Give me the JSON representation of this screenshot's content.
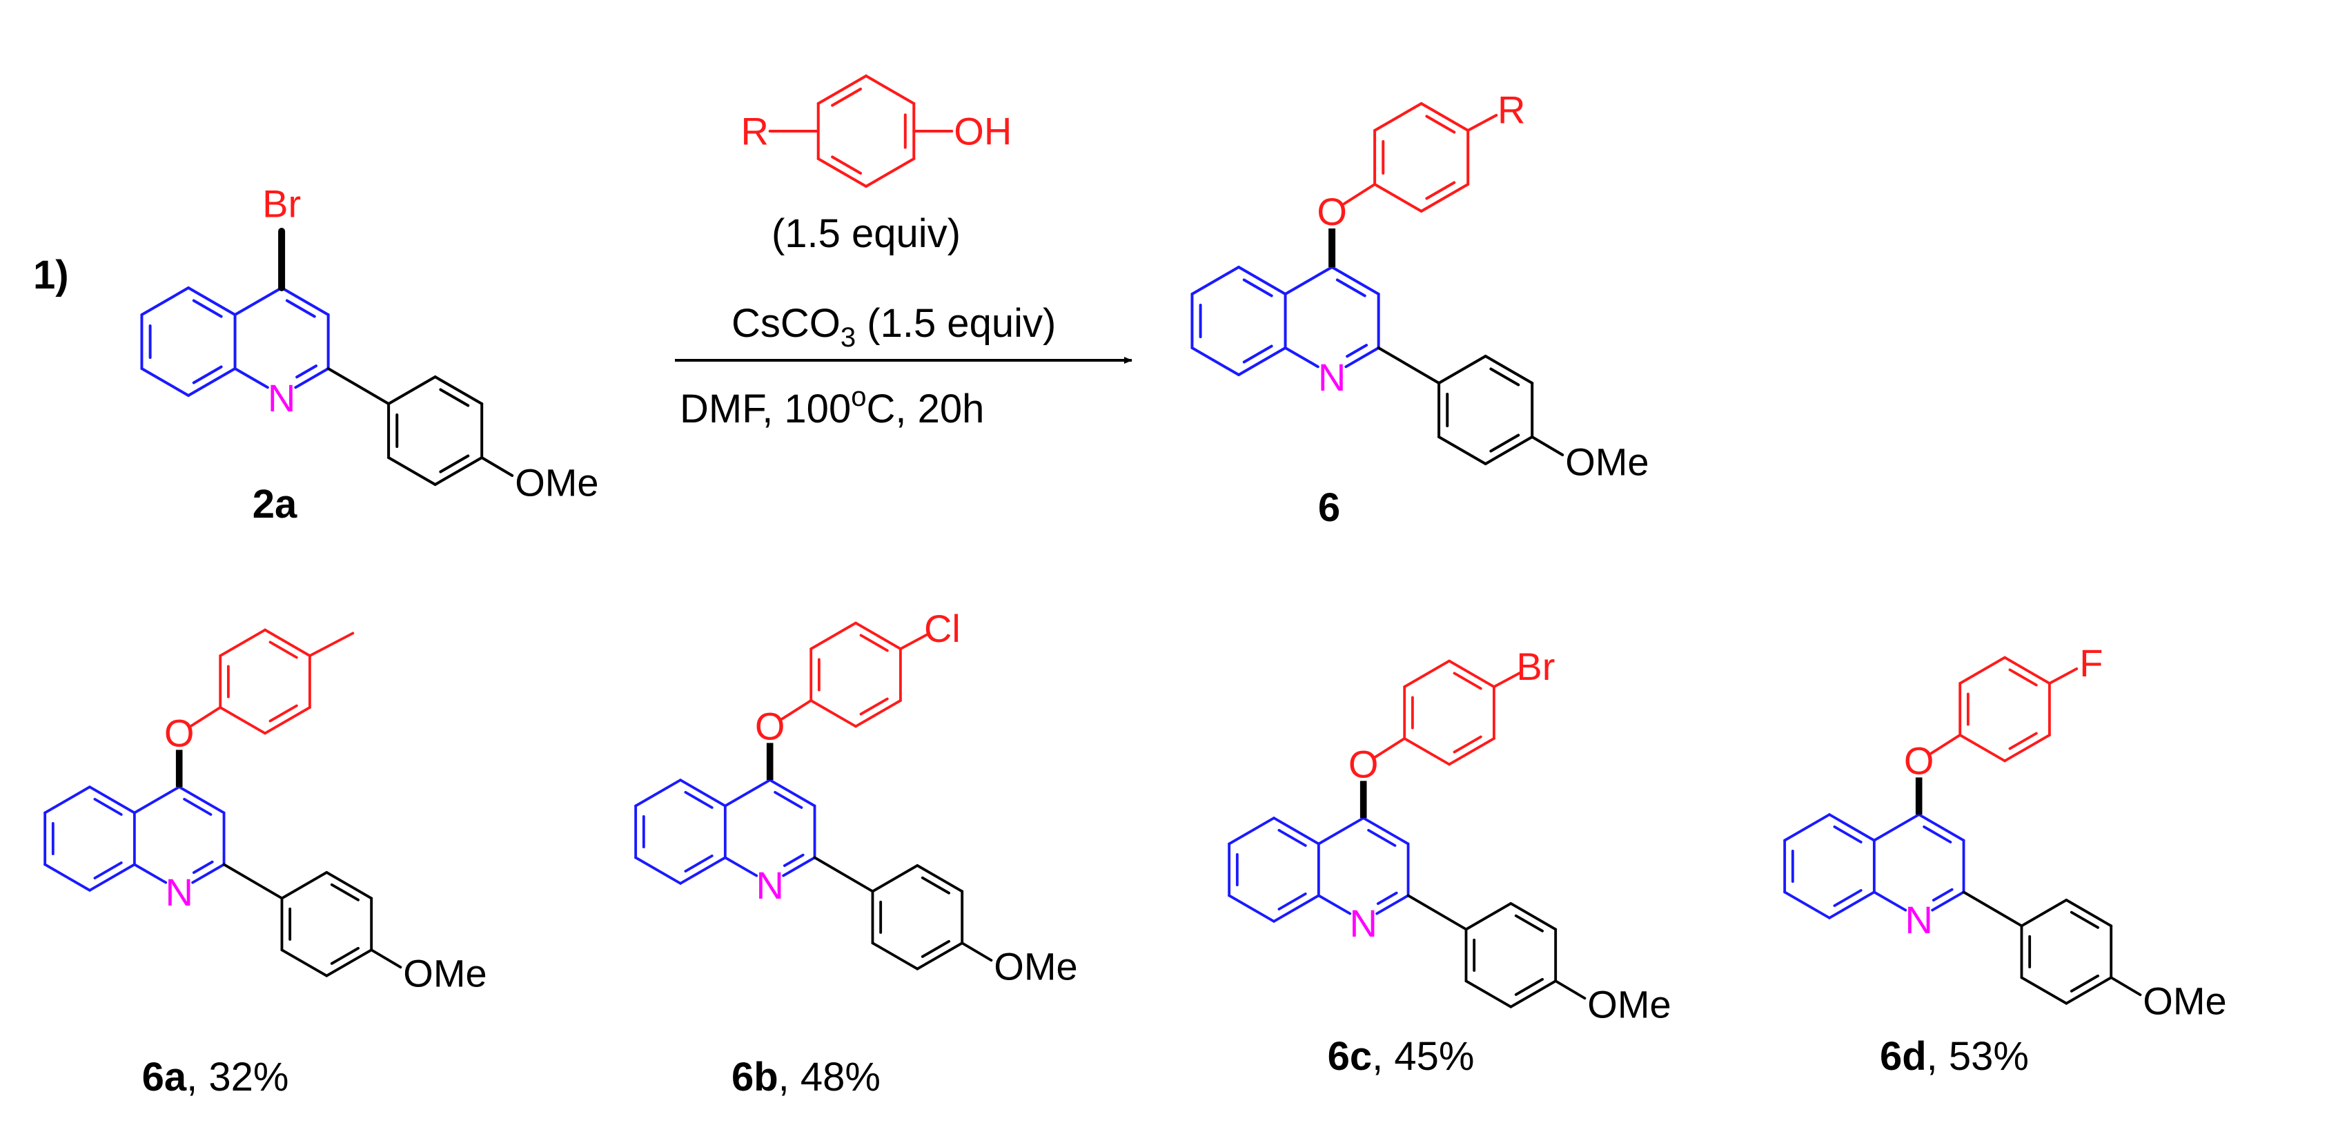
{
  "colors": {
    "quinoline": "#1a1aff",
    "phenol": "#ff1a1a",
    "nitrogen": "#ff00ff",
    "bond": "#000000"
  },
  "scheme": {
    "step_label": "1)",
    "starting_material": {
      "label": "2a",
      "halogen": "Br",
      "nitrogen": "N",
      "substituent": "OMe"
    },
    "reagent": {
      "r_label": "R",
      "oh_label": "OH",
      "equiv": "(1.5 equiv)"
    },
    "conditions": {
      "base_main": "CsCO",
      "base_sub": "3",
      "base_equiv": " (1.5 equiv)",
      "line2_a": "DMF,  100",
      "line2_sup": "o",
      "line2_b": "C, 20h"
    },
    "product": {
      "label": "6",
      "oxygen": "O",
      "r_label": "R",
      "nitrogen": "N",
      "substituent": "OMe"
    }
  },
  "examples": [
    {
      "id": "6a",
      "yield": ", 32%",
      "para_substituent": "",
      "oxygen": "O",
      "nitrogen": "N",
      "substituent": "OMe"
    },
    {
      "id": "6b",
      "yield": ", 48%",
      "para_substituent": "Cl",
      "oxygen": "O",
      "nitrogen": "N",
      "substituent": "OMe"
    },
    {
      "id": "6c",
      "yield": ", 45%",
      "para_substituent": "Br",
      "oxygen": "O",
      "nitrogen": "N",
      "substituent": "OMe"
    },
    {
      "id": "6d",
      "yield": ", 53%",
      "para_substituent": "F",
      "oxygen": "O",
      "nitrogen": "N",
      "substituent": "OMe"
    }
  ]
}
